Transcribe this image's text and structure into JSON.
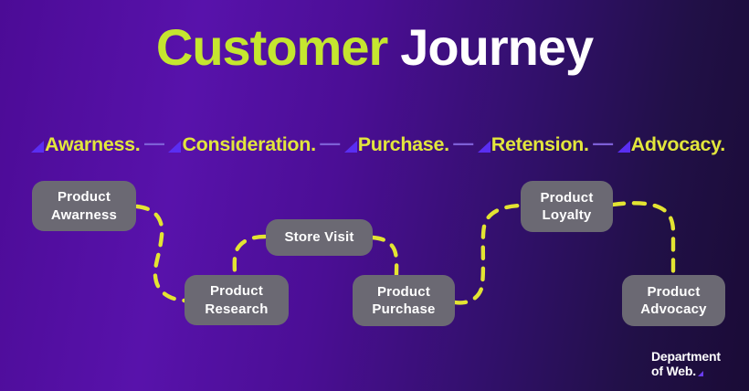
{
  "title": {
    "word1": "Customer",
    "word2": "Journey"
  },
  "stage_bar": {
    "separator": "—",
    "stages": [
      {
        "label": "Awarness."
      },
      {
        "label": "Consideration."
      },
      {
        "label": "Purchase."
      },
      {
        "label": "Retension."
      },
      {
        "label": "Advocacy."
      }
    ]
  },
  "journey_nodes": [
    {
      "label": "Product\nAwarness"
    },
    {
      "label": "Product\nResearch"
    },
    {
      "label": "Store Visit"
    },
    {
      "label": "Product\nPurchase"
    },
    {
      "label": "Product\nLoyalty"
    },
    {
      "label": "Product\nAdvocacy"
    }
  ],
  "logo": {
    "line1": "Department",
    "line2": "of Web."
  },
  "colors": {
    "background_left": "#540fa6",
    "background_right": "#190a33",
    "title_accent": "#c5e62f",
    "title_secondary": "#ffffff",
    "stage_label": "#e2e63c",
    "stage_marker": "#5a2ef2",
    "stage_separator": "#7d5fd6",
    "node_background": "#6b6973",
    "node_text": "#ffffff",
    "path_dash": "#e3e432"
  }
}
